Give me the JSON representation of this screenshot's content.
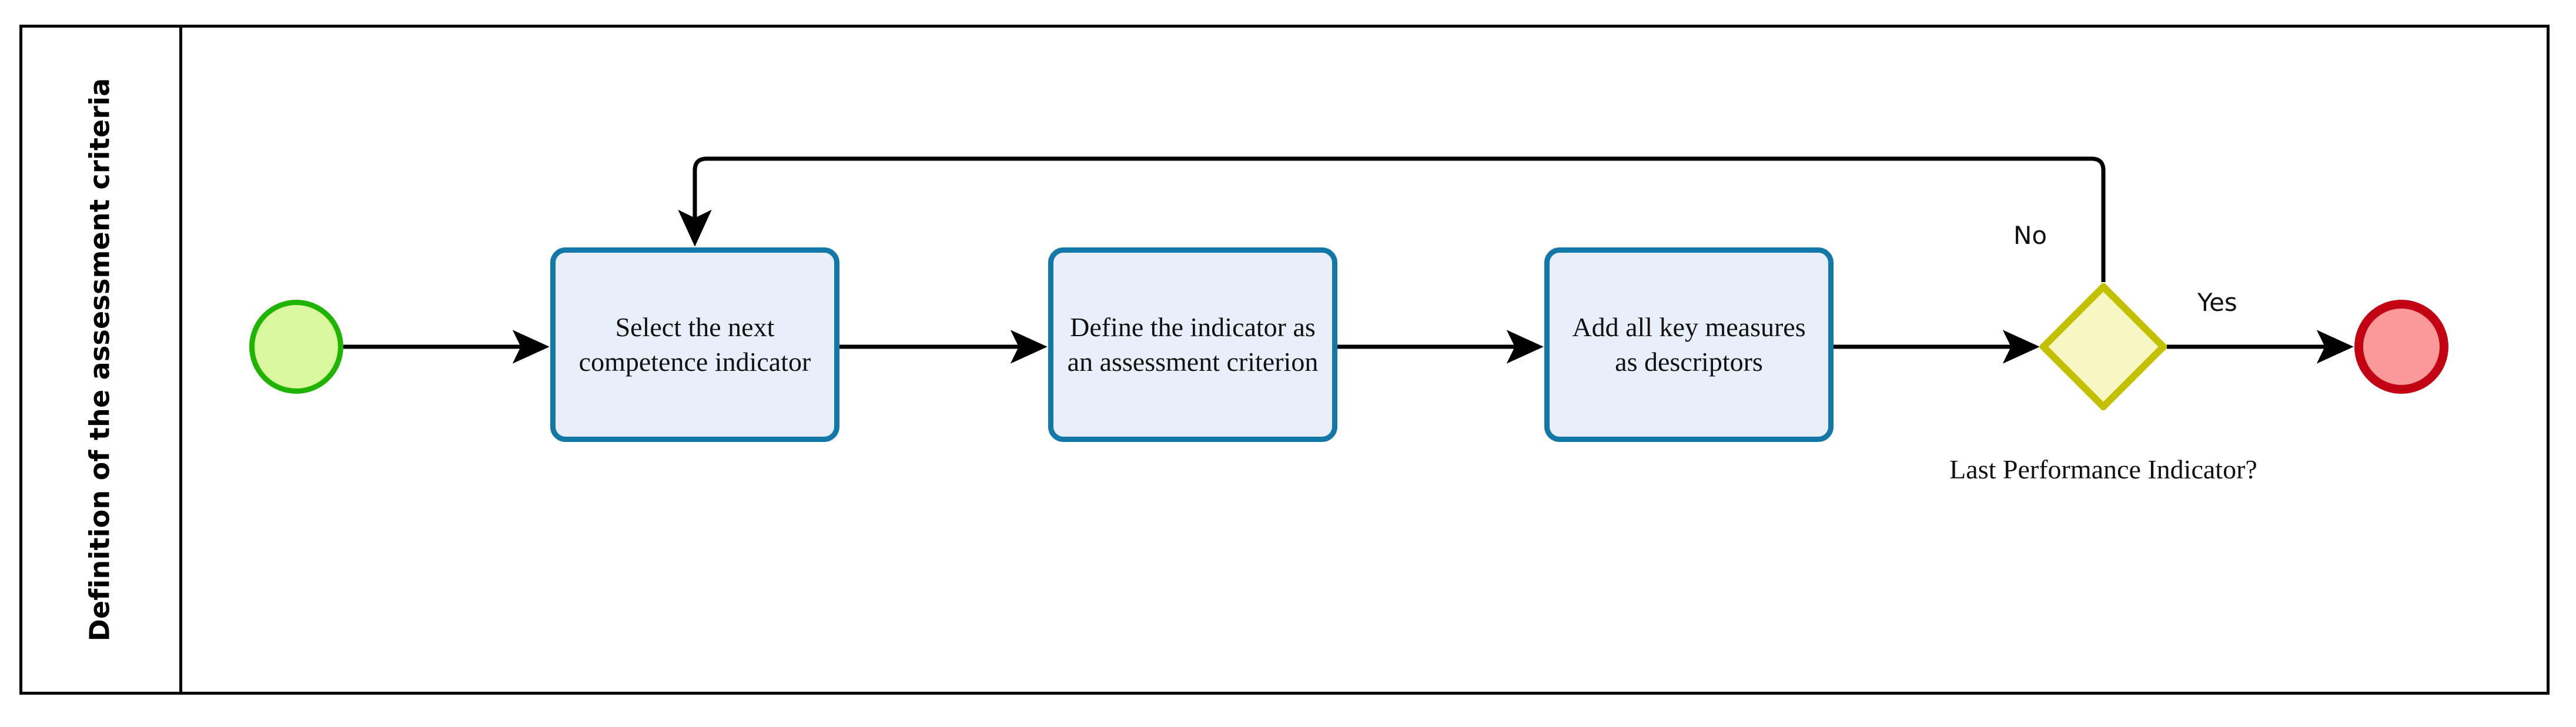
{
  "diagram": {
    "type": "bpmn-process-flow",
    "lane": {
      "label": "Definition of the assessment criteria"
    },
    "colors": {
      "frame": "#000000",
      "task_fill": "#e9eefb",
      "task_border": "#1378a8",
      "start_fill": "#d9f79e",
      "start_border": "#1fb400",
      "end_fill": "#f99a99",
      "end_border": "#c30314",
      "gateway_fill": "#f8f7c3",
      "gateway_border": "#c3c000",
      "connector": "#000000"
    },
    "nodes": {
      "start_event": {
        "name": "start-event",
        "shape": "circle"
      },
      "task1": {
        "text": "Select the next competence indicator"
      },
      "task2": {
        "text": "Define the indicator as an assessment criterion"
      },
      "task3": {
        "text": "Add all key measures as descriptors"
      },
      "gateway": {
        "caption": "Last Performance Indicator?",
        "shape": "diamond"
      },
      "end_event": {
        "name": "end-event",
        "shape": "circle"
      }
    },
    "edges": {
      "no_label": "No",
      "yes_label": "Yes"
    }
  }
}
